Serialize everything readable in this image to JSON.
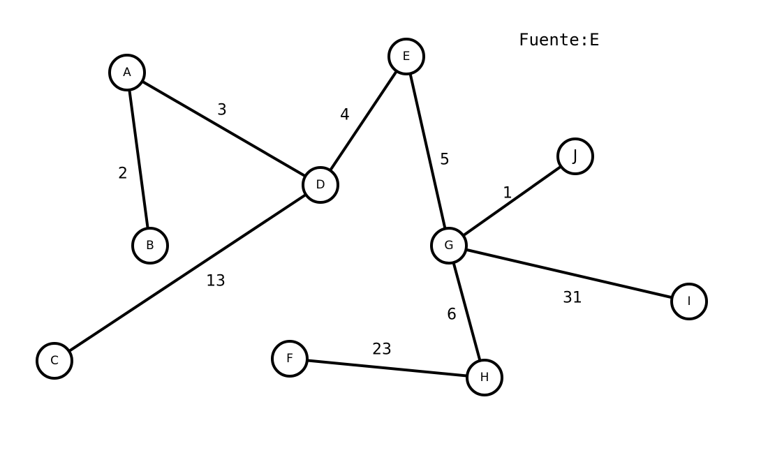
{
  "source_label": "Fuente:E",
  "graph": {
    "nodes": [
      {
        "id": "A",
        "label": "A"
      },
      {
        "id": "B",
        "label": "B"
      },
      {
        "id": "C",
        "label": "C"
      },
      {
        "id": "D",
        "label": "D"
      },
      {
        "id": "E",
        "label": "E"
      },
      {
        "id": "F",
        "label": "F"
      },
      {
        "id": "G",
        "label": "G"
      },
      {
        "id": "H",
        "label": "H"
      },
      {
        "id": "I",
        "label": "I"
      },
      {
        "id": "J",
        "label": "J"
      }
    ],
    "edges": [
      {
        "from": "A",
        "to": "B",
        "weight": "2"
      },
      {
        "from": "A",
        "to": "D",
        "weight": "3"
      },
      {
        "from": "D",
        "to": "E",
        "weight": "4"
      },
      {
        "from": "D",
        "to": "C",
        "weight": "13"
      },
      {
        "from": "E",
        "to": "G",
        "weight": "5"
      },
      {
        "from": "G",
        "to": "J",
        "weight": "1"
      },
      {
        "from": "G",
        "to": "I",
        "weight": "31"
      },
      {
        "from": "G",
        "to": "H",
        "weight": "6"
      },
      {
        "from": "H",
        "to": "F",
        "weight": "23"
      }
    ]
  }
}
